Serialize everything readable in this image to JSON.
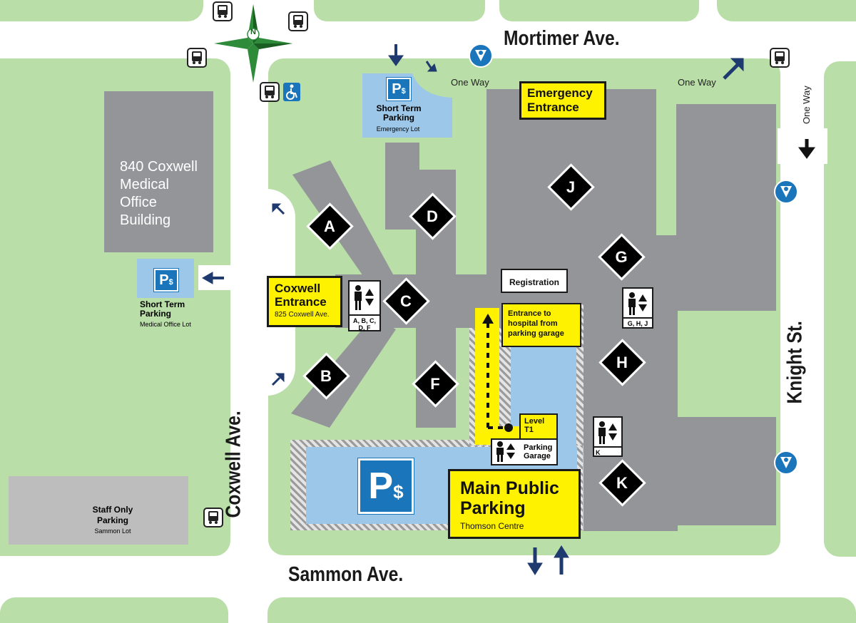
{
  "streets": {
    "mortimer": "Mortimer Ave.",
    "sammon": "Sammon Ave.",
    "coxwell": "Coxwell Ave.",
    "knight": "Knight St."
  },
  "one_way": {
    "top_left": "One Way",
    "top_right": "One Way",
    "right_vertical": "One Way"
  },
  "buildings": {
    "medical_office": "840 Coxwell Medical Office Building"
  },
  "entrances": {
    "emergency": "Emergency Entrance",
    "coxwell_title": "Coxwell Entrance",
    "coxwell_address": "825 Coxwell Ave."
  },
  "parking": {
    "short_term_emergency_title": "Short Term Parking",
    "short_term_emergency_sub": "Emergency Lot",
    "short_term_medical_title": "Short Term Parking",
    "short_term_medical_sub": "Medical Office Lot",
    "staff_title": "Staff Only Parking",
    "staff_sub": "Sammon Lot",
    "main_title": "Main Public Parking",
    "main_sub": "Thomson Centre",
    "badge_symbol": "P",
    "badge_dollar": "$"
  },
  "labels": {
    "registration": "Registration",
    "garage_entrance": "Entrance to hospital from parking garage",
    "level": "Level T1",
    "parking_garage": "Parking Garage",
    "compass_north": "N"
  },
  "wings": [
    "A",
    "B",
    "C",
    "D",
    "F",
    "J",
    "G",
    "H",
    "K"
  ],
  "elevators": {
    "abcdf": "A, B, C, D, F",
    "ghj": "G, H, J",
    "k": "K"
  },
  "colors": {
    "grass": "#b9dea8",
    "building": "#939598",
    "lot": "#9cc7e8",
    "highlight": "#fff200",
    "parking_blue": "#1a75bb",
    "arrow_navy": "#1f3a6e"
  },
  "icons": [
    "bus-icon",
    "wheelchair-icon",
    "parking-icon",
    "compass-icon",
    "elevator-icon",
    "info-icon",
    "arrow-icon"
  ]
}
